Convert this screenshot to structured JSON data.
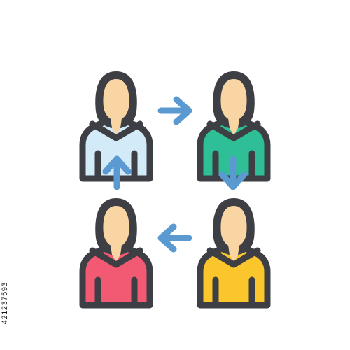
{
  "icon": {
    "name": "team-rotation-icon",
    "people": [
      {
        "id": "top-left",
        "shirt_color": "#d3eaf8"
      },
      {
        "id": "top-right",
        "shirt_color": "#2fbf97"
      },
      {
        "id": "bottom-right",
        "shirt_color": "#fbc52c"
      },
      {
        "id": "bottom-left",
        "shirt_color": "#f25a73"
      }
    ],
    "arrows": [
      {
        "id": "arrow-right",
        "direction": "right"
      },
      {
        "id": "arrow-down",
        "direction": "down"
      },
      {
        "id": "arrow-left",
        "direction": "left"
      },
      {
        "id": "arrow-up",
        "direction": "up"
      }
    ],
    "colors": {
      "outline": "#3d3f45",
      "skin": "#f8d5a3",
      "arrow": "#5b9ad0",
      "background": "#ffffff"
    }
  },
  "stock_id": "421237593"
}
